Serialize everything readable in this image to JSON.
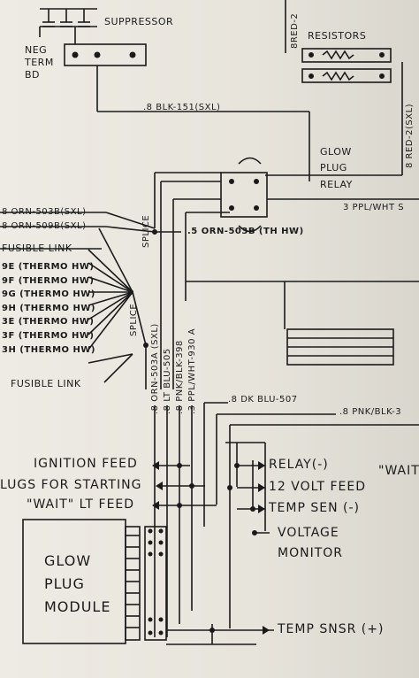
{
  "labels": {
    "suppressor": "SUPPRESSOR",
    "neg_term": "NEG",
    "neg_term2": "TERM",
    "neg_term3": "BD",
    "resistors": "RESISTORS",
    "red2_top": "8RED-2",
    "blk151": ".8 BLK-151(SXL)",
    "red2_side": "8 RED-2(SXL)",
    "glow": "GLOW",
    "plug": "PLUG",
    "relay": "RELAY",
    "ppl_wht_right": "3 PPL/WHT S",
    "orn503b_sxl": "8 ORN-503B(SXL)",
    "orn509b_sxl": "8 ORN-509B(SXL)",
    "fusible_link_top": "FUSIBLE LINK",
    "splice_top": "SPLICE",
    "orn503b_th": ".5 ORN-503B (TH HW)",
    "thermo": [
      "9E (THERMO HW)",
      "9F (THERMO HW)",
      "9G (THERMO HW)",
      "9H (THERMO HW)",
      "3E (THERMO HW)",
      "3F (THERMO HW)",
      "3H (THERMO HW)"
    ],
    "splice_mid": "SPLICE",
    "fusible_link_bottom": "FUSIBLE LINK",
    "orn503a": ".8 ORN-503A (SXL)",
    "ltblu505": ".8 LT BLU-505",
    "pnkblk398": ".8 PNK/BLK-398",
    "pplwht930a": ".3 PPL/WHT-930 A",
    "dkblu507": ".8 DK BLU-507",
    "pnkblk_right": ".8 PNK/BLK-3",
    "ignition_feed": "IGNITION FEED",
    "plugs_starting": "LUGS FOR STARTING",
    "wait_lt_feed": "\"WAIT\" LT FEED",
    "relay_neg": "RELAY(-)",
    "twelve_volt": "12 VOLT FEED",
    "temp_sen_neg": "TEMP SEN (-)",
    "voltage": "VOLTAGE",
    "monitor": "MONITOR",
    "wait_right": "\"WAIT",
    "gpm1": "GLOW",
    "gpm2": "PLUG",
    "gpm3": "MODULE",
    "temp_snsr_pos": "TEMP SNSR (+)"
  },
  "colors": {
    "ink": "#1a1a1a",
    "paper": "#e9e6de"
  }
}
